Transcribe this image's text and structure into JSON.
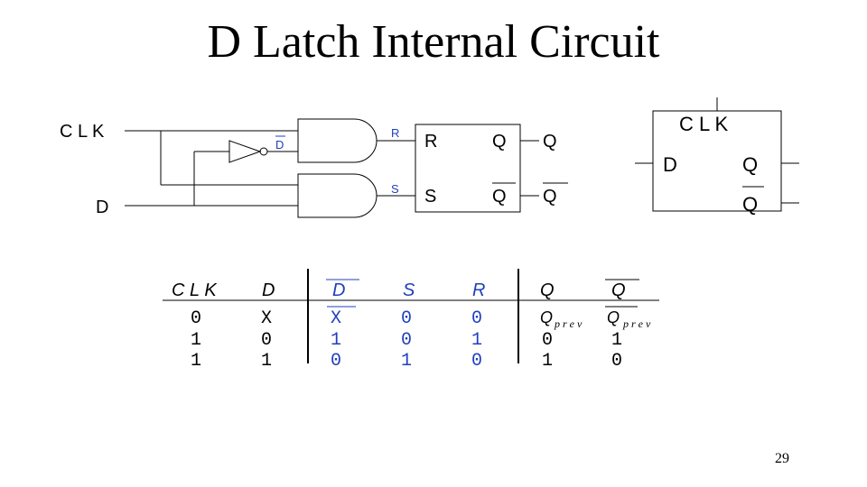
{
  "title": "D Latch Internal Circuit",
  "page_number": "29",
  "colors": {
    "ink": "#000000",
    "accent": "#1f3fbf"
  },
  "circuit": {
    "input_clk": "C L K",
    "input_d": "D",
    "inverter_output": "D",
    "wire_r": "R",
    "wire_s": "S",
    "latch_r": "R",
    "latch_s": "S",
    "latch_q": "Q",
    "latch_qbar": "Q",
    "out_q": "Q",
    "out_qbar": "Q"
  },
  "symbol": {
    "clk": "C L K",
    "d": "D",
    "q": "Q",
    "qbar": "Q"
  },
  "truth_table": {
    "headers": [
      "C L K",
      "D",
      "D",
      "S",
      "R",
      "Q",
      "Q"
    ],
    "rows": [
      [
        "0",
        "X",
        "X",
        "0",
        "0",
        "Q",
        "Q"
      ],
      [
        "1",
        "0",
        "1",
        "0",
        "1",
        "0",
        "1"
      ],
      [
        "1",
        "1",
        "0",
        "1",
        "0",
        "1",
        "0"
      ]
    ],
    "prev_subscript": "p r e v"
  }
}
